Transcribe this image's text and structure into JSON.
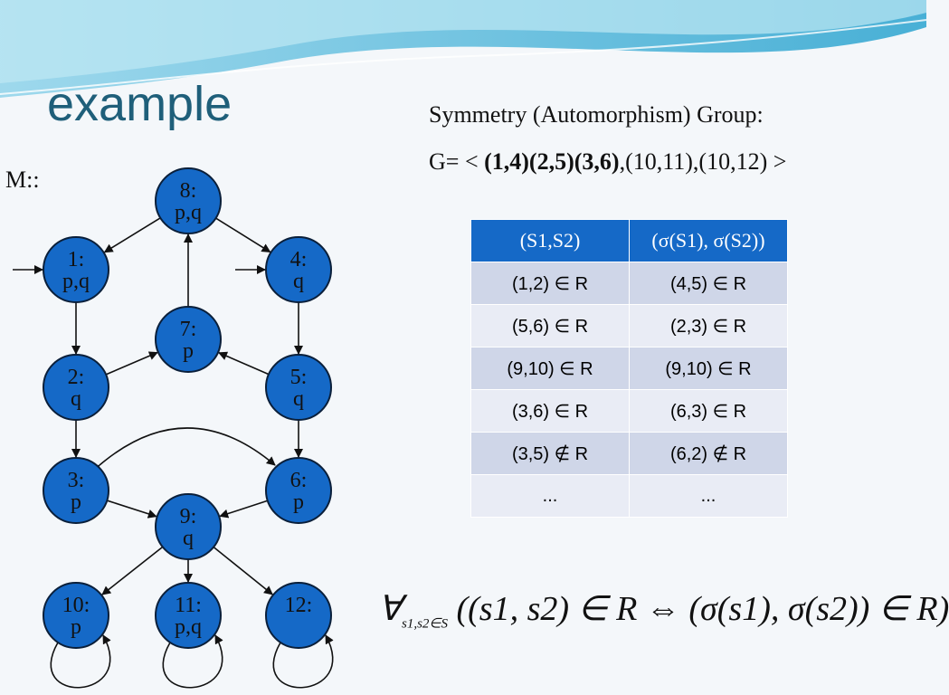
{
  "slide": {
    "title": "example",
    "model_label": "M::",
    "symmetry_title": "Symmetry (Automorphism) Group:",
    "generators": {
      "prefix": "G= < ",
      "bold_part": "(1,4)(2,5)(3,6)",
      "rest": ",(10,11),(10,12) >"
    }
  },
  "graph": {
    "nodes": [
      {
        "id": "8",
        "line1": "8:",
        "line2": "p,q"
      },
      {
        "id": "1",
        "line1": "1:",
        "line2": "p,q"
      },
      {
        "id": "4",
        "line1": "4:",
        "line2": "q"
      },
      {
        "id": "7",
        "line1": "7:",
        "line2": "p"
      },
      {
        "id": "2",
        "line1": "2:",
        "line2": "q"
      },
      {
        "id": "5",
        "line1": "5:",
        "line2": "q"
      },
      {
        "id": "3",
        "line1": "3:",
        "line2": "p"
      },
      {
        "id": "6",
        "line1": "6:",
        "line2": "p"
      },
      {
        "id": "9",
        "line1": "9:",
        "line2": "q"
      },
      {
        "id": "10",
        "line1": "10:",
        "line2": "p"
      },
      {
        "id": "11",
        "line1": "11:",
        "line2": "p,q"
      },
      {
        "id": "12",
        "line1": "12:",
        "line2": ""
      }
    ],
    "edges": [
      [
        "8",
        "1"
      ],
      [
        "8",
        "4"
      ],
      [
        "7",
        "8"
      ],
      [
        "1",
        "2"
      ],
      [
        "4",
        "5"
      ],
      [
        "2",
        "7"
      ],
      [
        "5",
        "7"
      ],
      [
        "2",
        "3"
      ],
      [
        "5",
        "6"
      ],
      [
        "3",
        "9"
      ],
      [
        "6",
        "9"
      ],
      [
        "9",
        "10"
      ],
      [
        "9",
        "11"
      ],
      [
        "9",
        "12"
      ],
      [
        "3",
        "6"
      ],
      [
        "6",
        "3"
      ],
      [
        "10",
        "10"
      ],
      [
        "11",
        "11"
      ],
      [
        "12",
        "12"
      ]
    ],
    "initial_states": [
      "1",
      "4"
    ]
  },
  "table": {
    "headers": [
      "(S1,S2)",
      "(σ(S1), σ(S2))"
    ],
    "rows": [
      [
        "(1,2) ∈ R",
        "(4,5) ∈ R"
      ],
      [
        "(5,6) ∈ R",
        "(2,3) ∈ R"
      ],
      [
        "(9,10) ∈ R",
        "(9,10) ∈ R"
      ],
      [
        "(3,6) ∈ R",
        "(6,3) ∈ R"
      ],
      [
        "(3,5) ∉ R",
        "(6,2) ∉ R"
      ],
      [
        "...",
        "..."
      ]
    ]
  },
  "formula": {
    "quantifier": "∀",
    "subscript": "s1,s2∈S",
    "body": "((s1, s2) ∈ R ⇔ (σ(s1), σ(s2)) ∈ R)"
  }
}
